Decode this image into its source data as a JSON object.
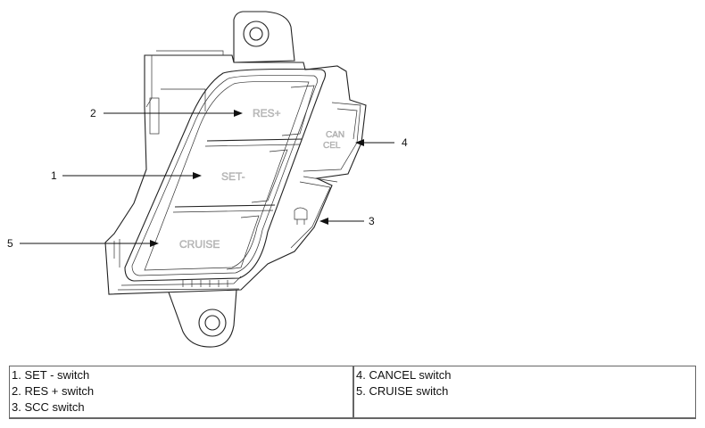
{
  "callouts": {
    "c1": "1",
    "c2": "2",
    "c3": "3",
    "c4": "4",
    "c5": "5"
  },
  "buttons": {
    "res_label": "RES+",
    "set_label": "SET-",
    "cruise_label": "CRUISE",
    "cancel_line1": "CAN",
    "cancel_line2": "CEL"
  },
  "legend": {
    "left": [
      "1. SET - switch",
      "2. RES + switch",
      "3. SCC switch"
    ],
    "right": [
      "4. CANCEL switch",
      "5. CRUISE switch"
    ]
  }
}
